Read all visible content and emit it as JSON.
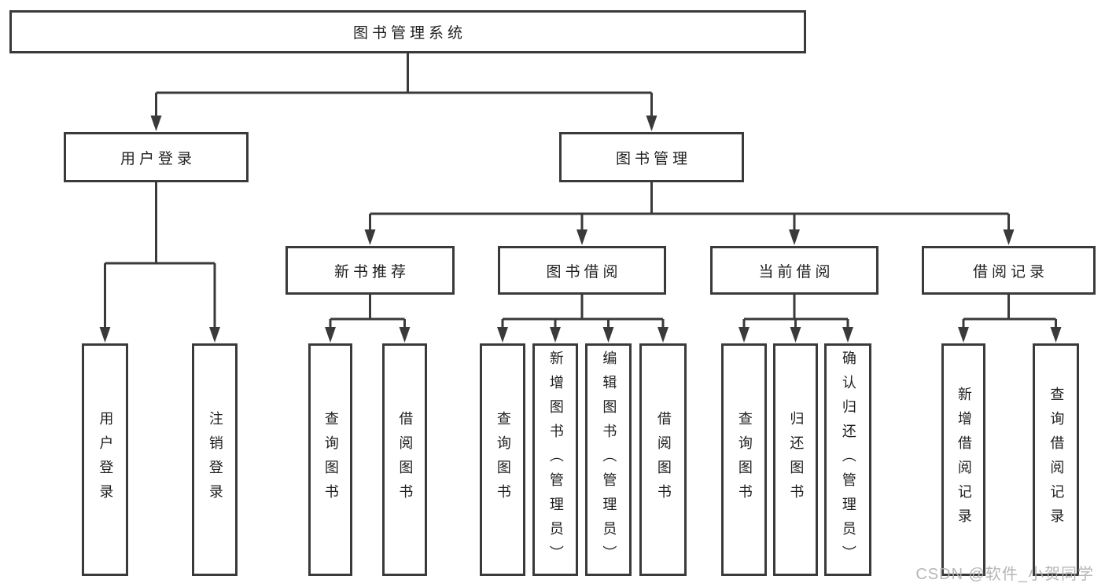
{
  "diagram": {
    "title": "图书管理系统",
    "nodes": [
      {
        "id": "system",
        "label": "图书管理系统",
        "parent": null,
        "orientation": "h"
      },
      {
        "id": "user-login",
        "label": "用户登录",
        "parent": "system",
        "orientation": "h"
      },
      {
        "id": "book-management",
        "label": "图书管理",
        "parent": "system",
        "orientation": "h"
      },
      {
        "id": "new-book-recommend",
        "label": "新书推荐",
        "parent": "book-management",
        "orientation": "h"
      },
      {
        "id": "book-borrowing",
        "label": "图书借阅",
        "parent": "book-management",
        "orientation": "h"
      },
      {
        "id": "current-borrowing",
        "label": "当前借阅",
        "parent": "book-management",
        "orientation": "h"
      },
      {
        "id": "borrowing-records",
        "label": "借阅记录",
        "parent": "book-management",
        "orientation": "h"
      },
      {
        "id": "login-leaf",
        "label": "用户登录",
        "parent": "user-login",
        "orientation": "v"
      },
      {
        "id": "logout-leaf",
        "label": "注销登录",
        "parent": "user-login",
        "orientation": "v"
      },
      {
        "id": "query-books-rec",
        "label": "查询图书",
        "parent": "new-book-recommend",
        "orientation": "v"
      },
      {
        "id": "borrow-books-rec",
        "label": "借阅图书",
        "parent": "new-book-recommend",
        "orientation": "v"
      },
      {
        "id": "query-books-borrow",
        "label": "查询图书",
        "parent": "book-borrowing",
        "orientation": "v"
      },
      {
        "id": "add-books-admin",
        "label": "新增图书（管理员）",
        "parent": "book-borrowing",
        "orientation": "v"
      },
      {
        "id": "edit-books-admin",
        "label": "编辑图书（管理员）",
        "parent": "book-borrowing",
        "orientation": "v"
      },
      {
        "id": "borrow-books-borrow",
        "label": "借阅图书",
        "parent": "book-borrowing",
        "orientation": "v"
      },
      {
        "id": "query-books-current",
        "label": "查询图书",
        "parent": "current-borrowing",
        "orientation": "v"
      },
      {
        "id": "return-books",
        "label": "归还图书",
        "parent": "current-borrowing",
        "orientation": "v"
      },
      {
        "id": "confirm-return-admin",
        "label": "确认归还（管理员）",
        "parent": "current-borrowing",
        "orientation": "v"
      },
      {
        "id": "add-borrow-record",
        "label": "新增借阅记录",
        "parent": "borrowing-records",
        "orientation": "v"
      },
      {
        "id": "query-borrow-record",
        "label": "查询借阅记录",
        "parent": "borrowing-records",
        "orientation": "v"
      }
    ]
  },
  "watermark": "CSDN @软件_小贺同学",
  "colors": {
    "line": "#3a3a3a",
    "text": "#1f1f1f",
    "background": "#ffffff",
    "watermark": "#b0b0b0"
  }
}
